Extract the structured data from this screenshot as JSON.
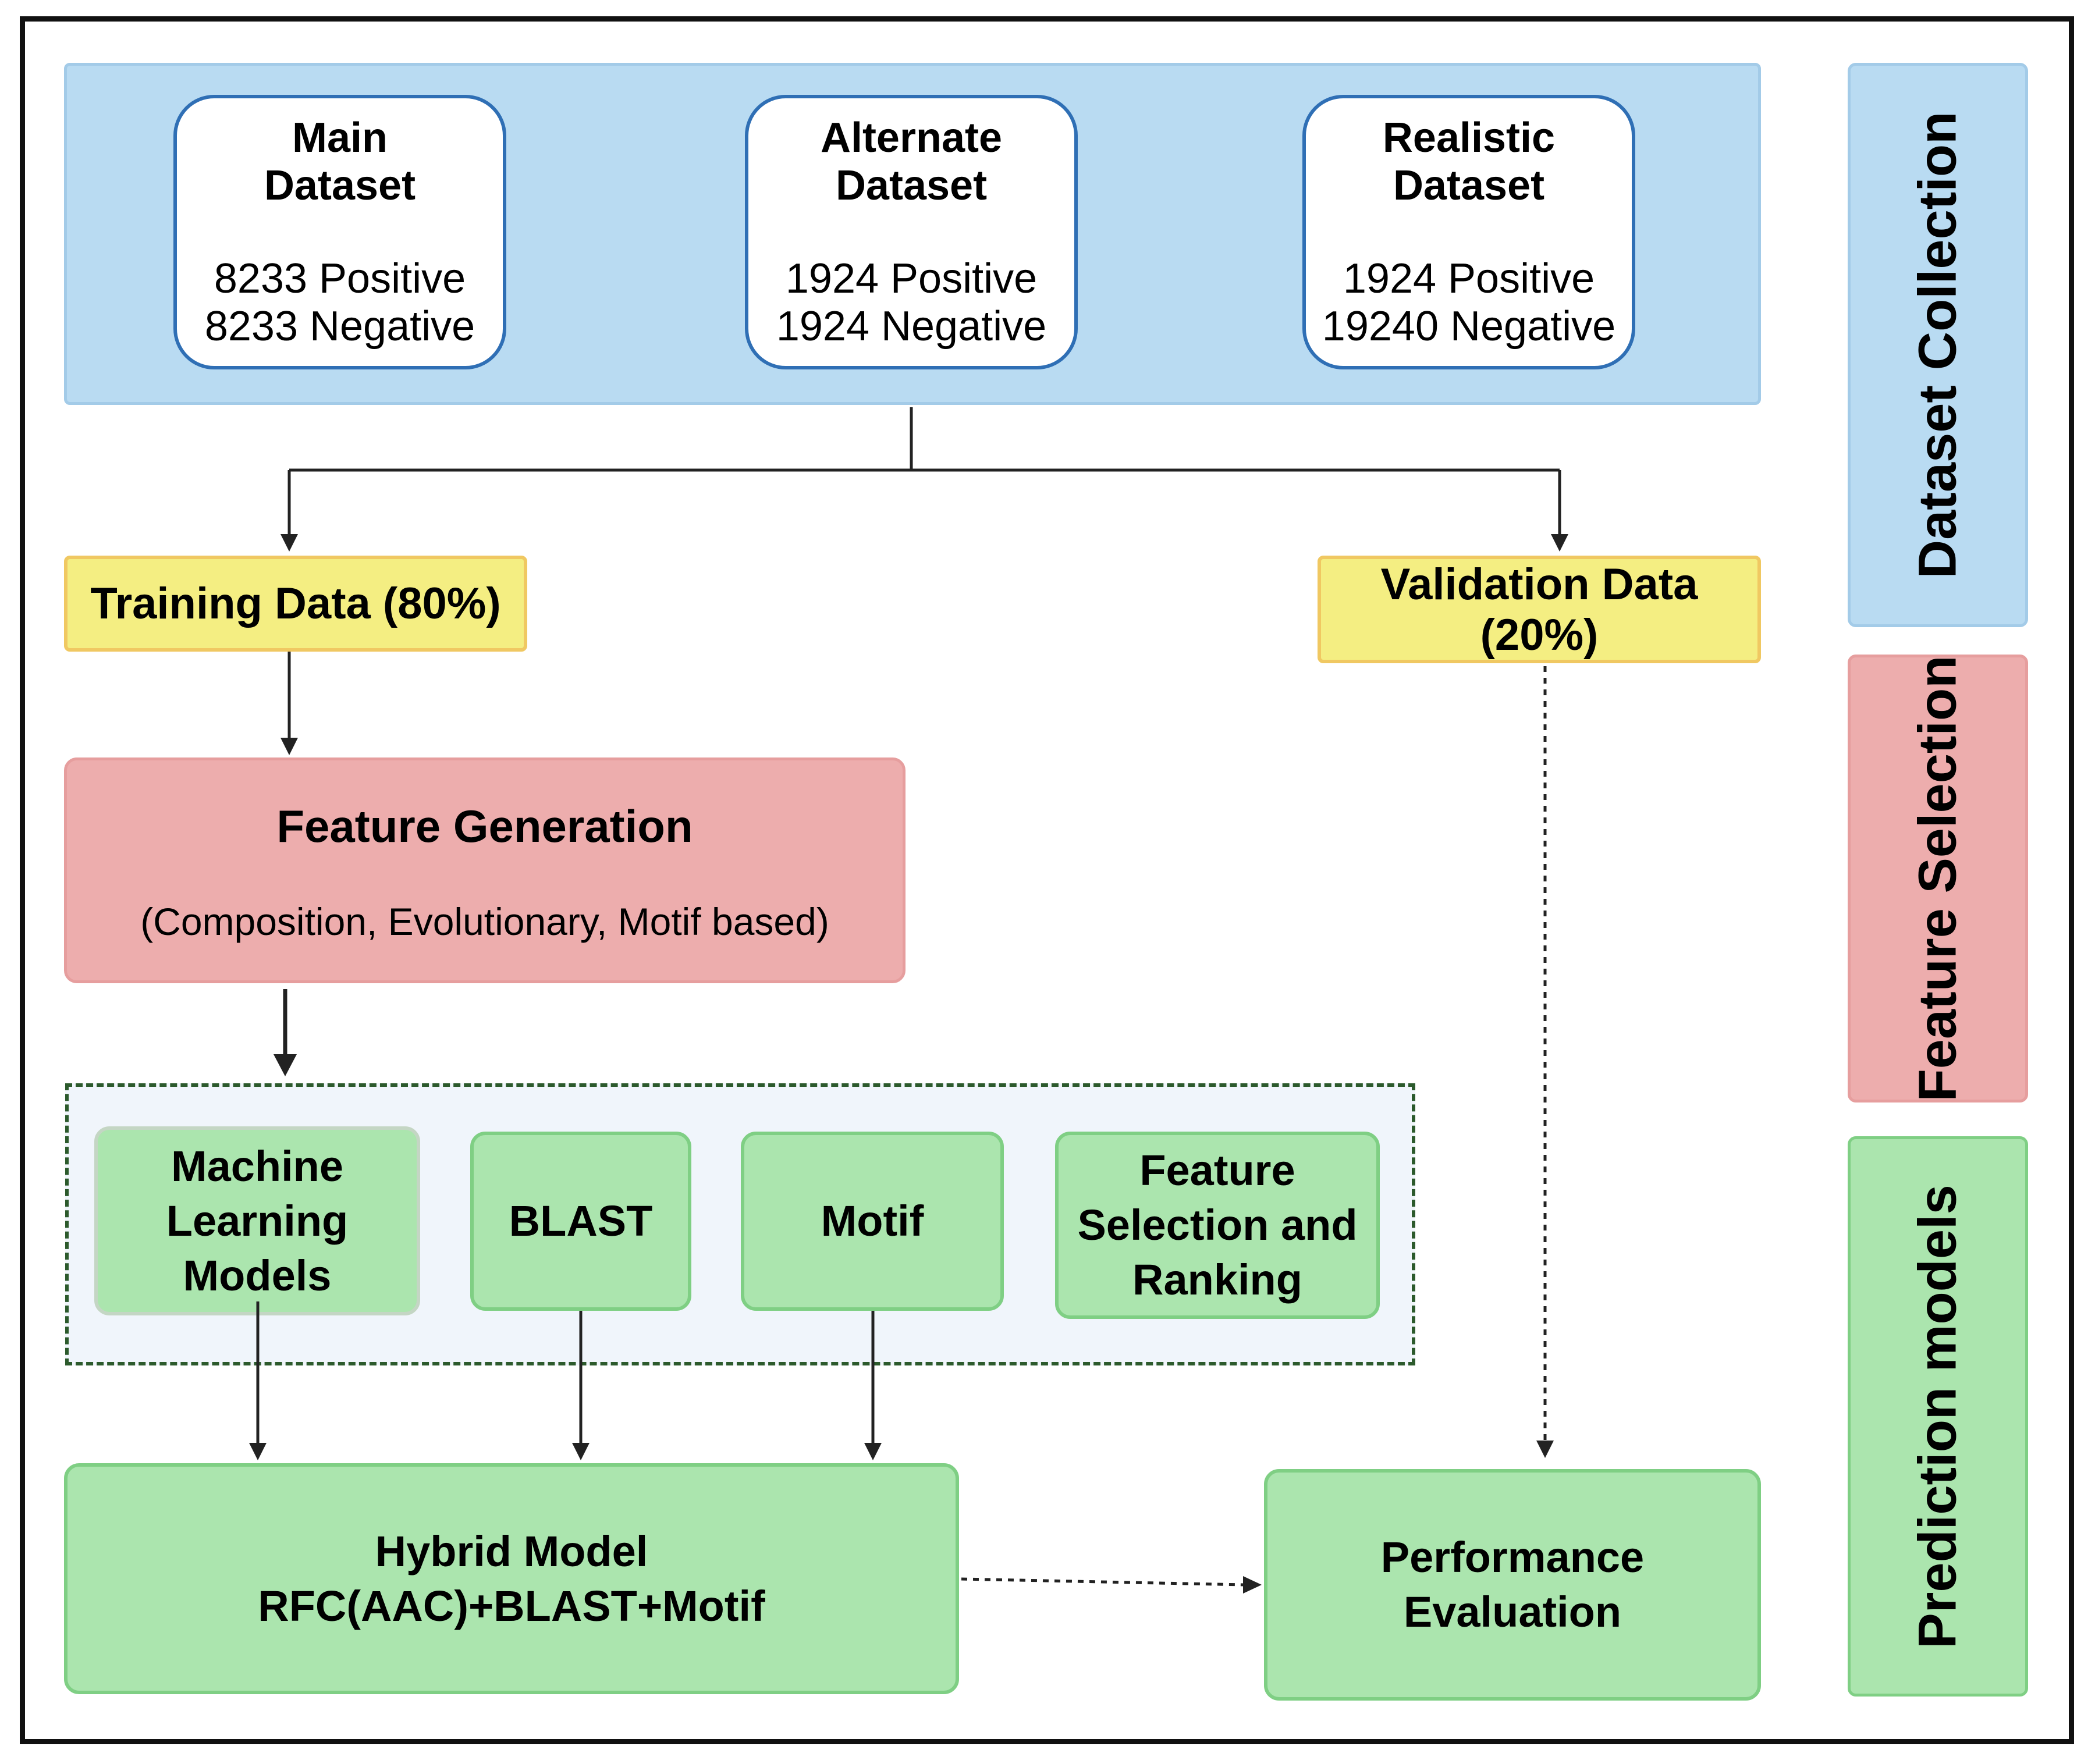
{
  "datasets": [
    {
      "title": "Main\nDataset",
      "positive": "8233 Positive",
      "negative": "8233 Negative"
    },
    {
      "title": "Alternate\nDataset",
      "positive": "1924 Positive",
      "negative": "1924 Negative"
    },
    {
      "title": "Realistic\nDataset",
      "positive": "1924 Positive",
      "negative": "19240 Negative"
    }
  ],
  "training_label": "Training Data (80%)",
  "validation_label": "Validation Data (20%)",
  "feature_generation": {
    "title": "Feature Generation",
    "subtitle": "(Composition, Evolutionary, Motif based)"
  },
  "methods": [
    "Machine\nLearning\nModels",
    "BLAST",
    "Motif",
    "Feature\nSelection and\nRanking"
  ],
  "hybrid_model": {
    "line1": "Hybrid Model",
    "line2": "RFC(AAC)+BLAST+Motif"
  },
  "performance_label": "Performance\nEvaluation",
  "stages": {
    "dataset_collection": "Dataset Collection",
    "feature_selection": "Feature Selection",
    "prediction_models": "Prediction models"
  },
  "colors": {
    "dataset_panel": "#b9dbf2",
    "training": "#f4ee82",
    "feature_generation": "#edadad",
    "models": "#abe5ae"
  }
}
